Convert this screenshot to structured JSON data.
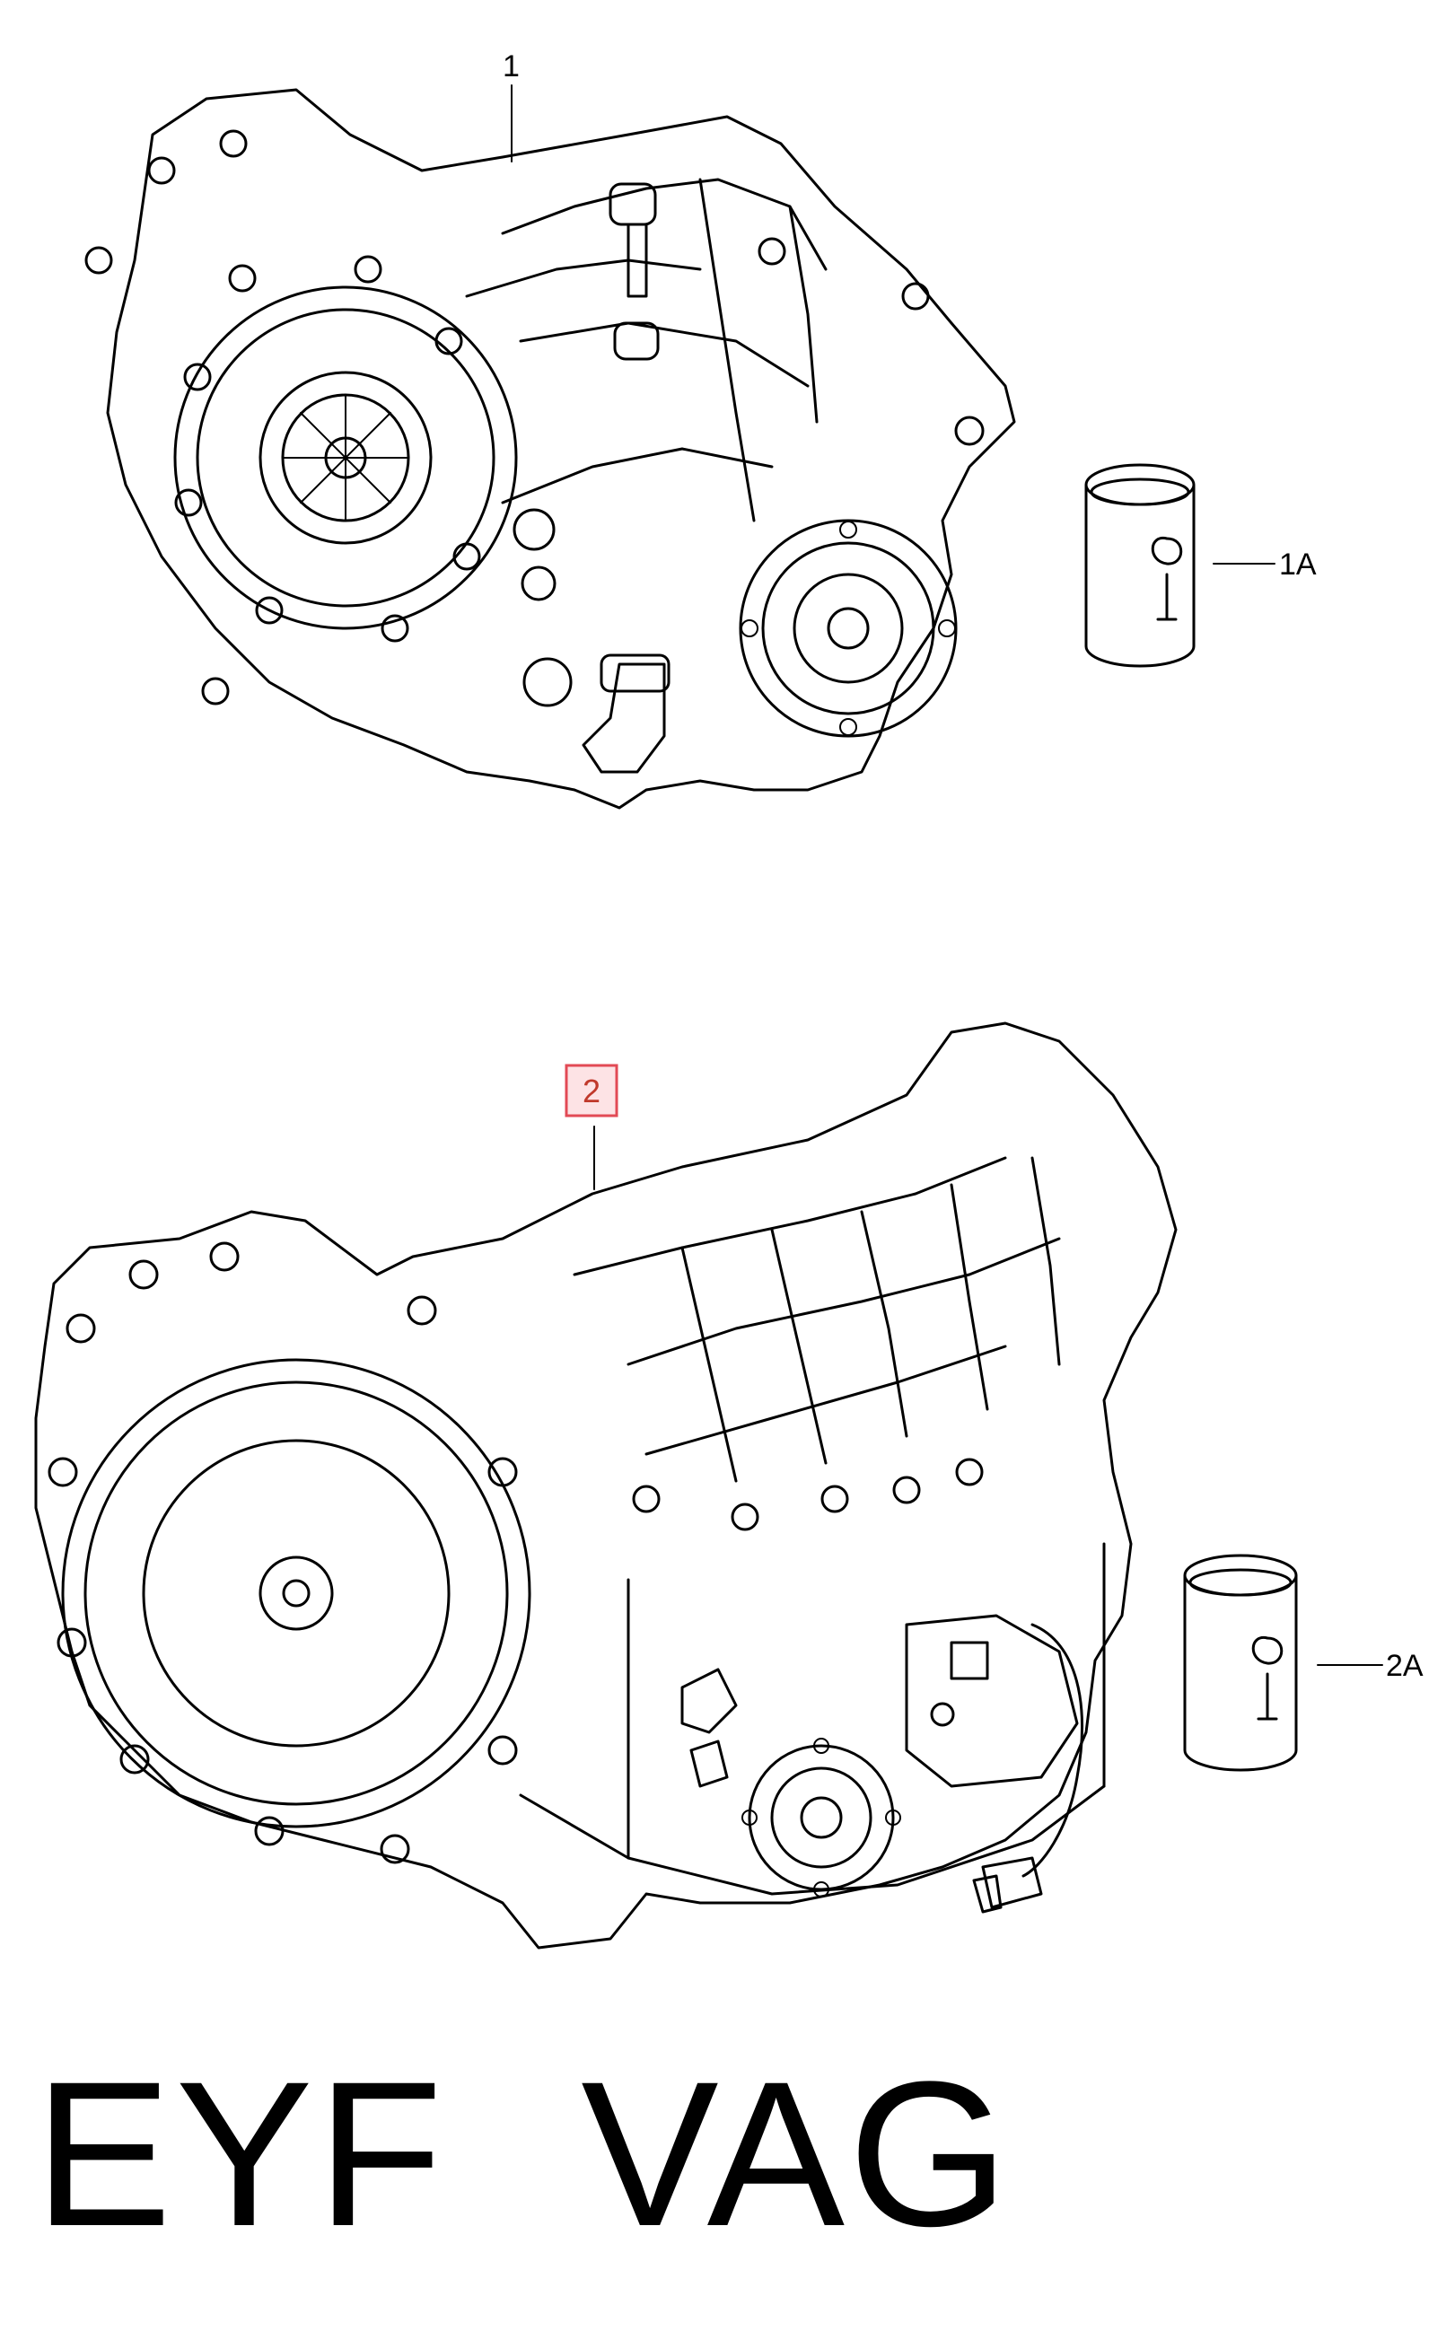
{
  "callouts": {
    "part_1": "1",
    "part_1a": "1A",
    "part_2": "2",
    "part_2a": "2A"
  },
  "highlight_color": "#e24a55",
  "highlight_fill": "#fde3e5",
  "footer": {
    "code_left": "EYF",
    "code_right": "VAG"
  }
}
